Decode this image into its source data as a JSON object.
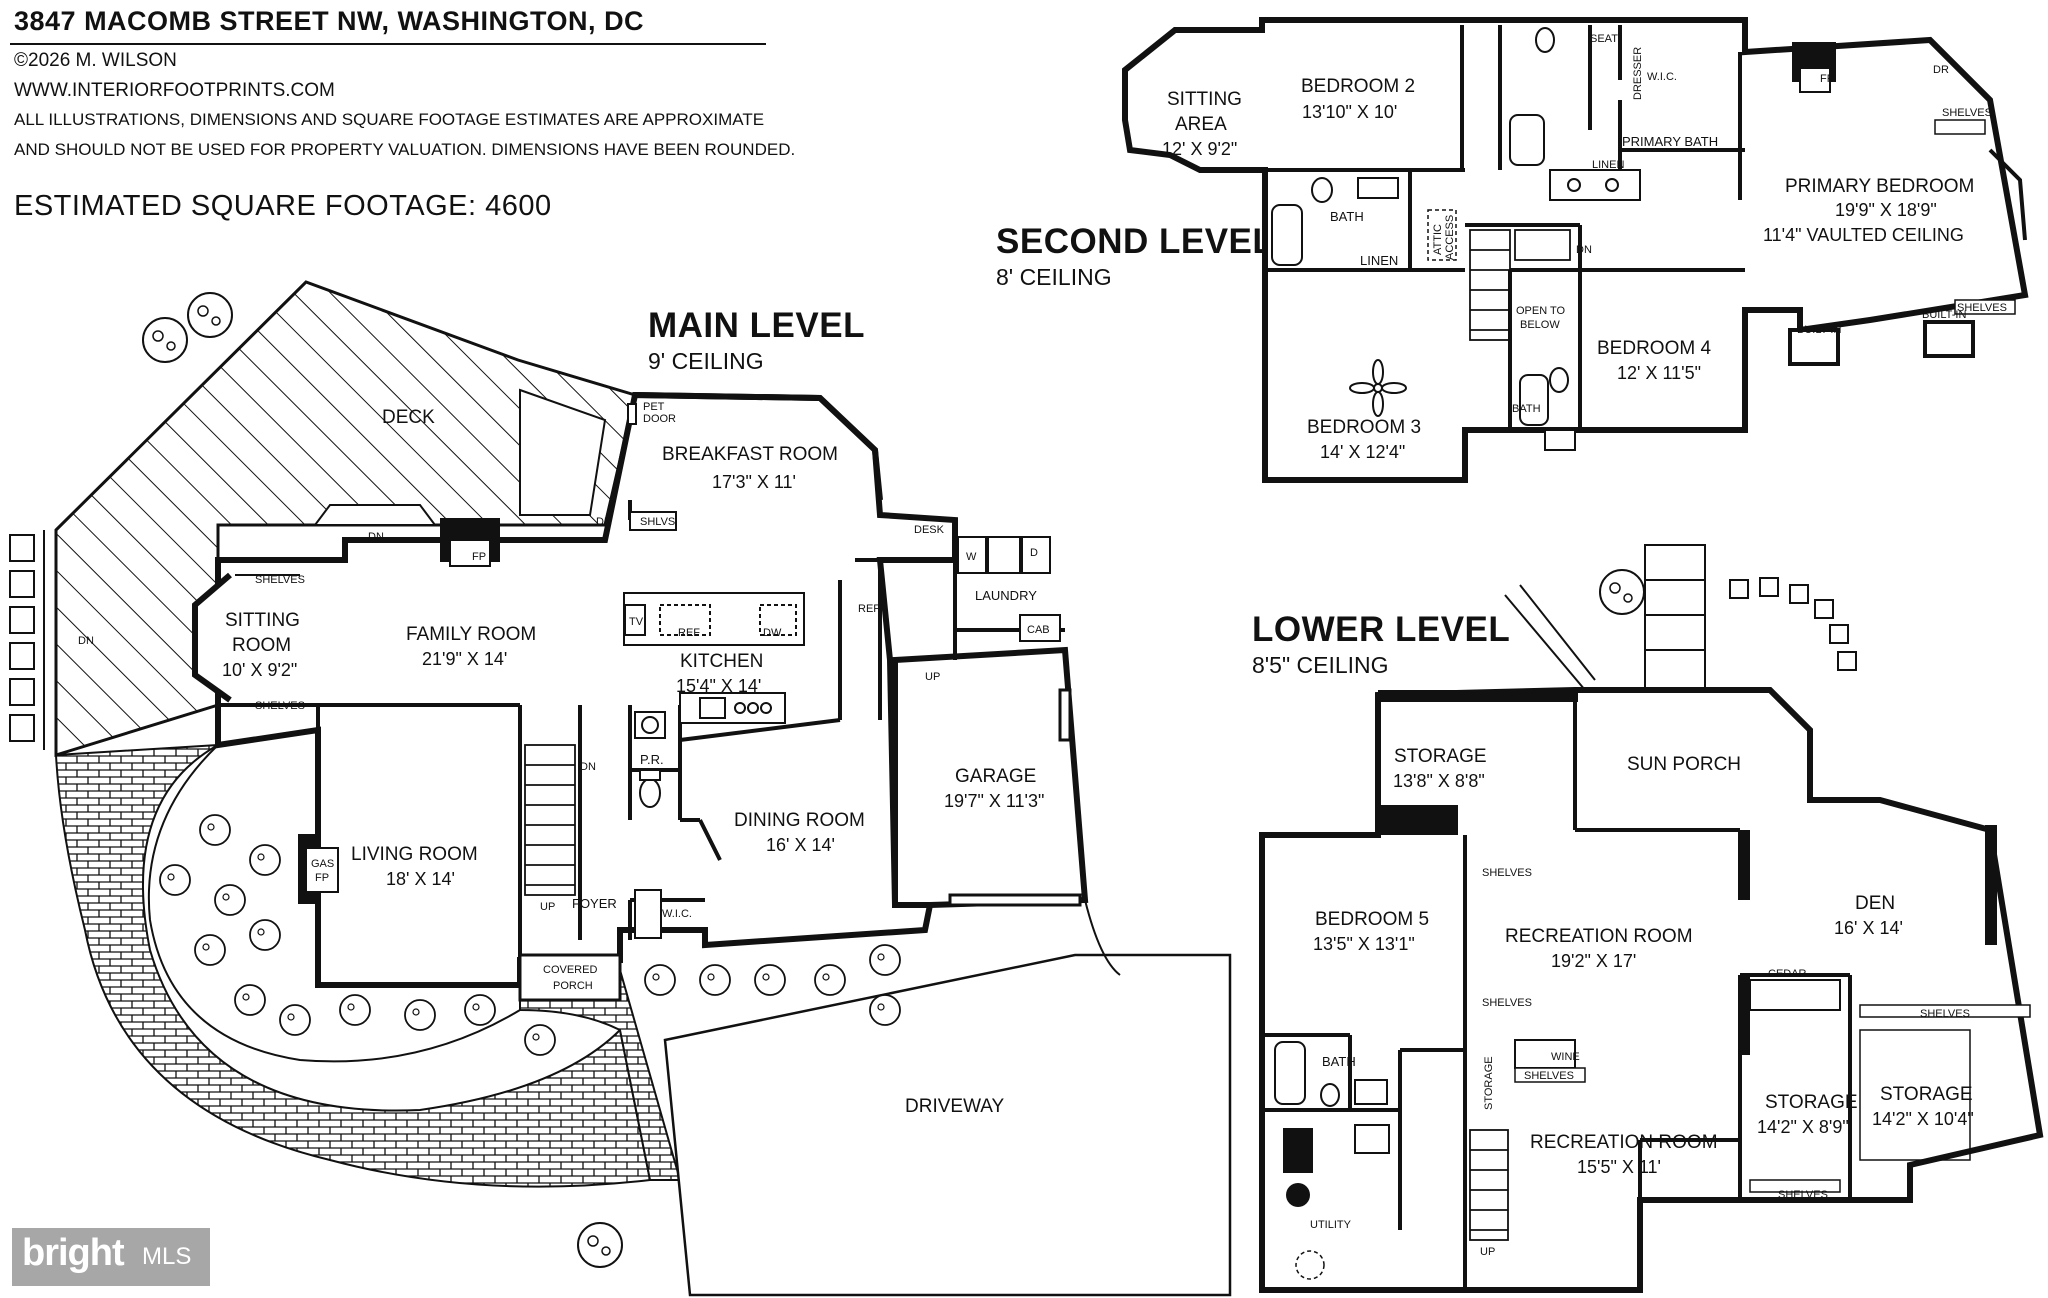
{
  "header": {
    "address": "3847 MACOMB STREET NW, WASHINGTON, DC",
    "copyright": "©2026 M. WILSON",
    "website": "WWW.INTERIORFOOTPRINTS.COM",
    "disclaimer_line1": "ALL ILLUSTRATIONS, DIMENSIONS AND SQUARE FOOTAGE ESTIMATES ARE APPROXIMATE",
    "disclaimer_line2": "AND  SHOULD NOT BE USED FOR PROPERTY VALUATION. DIMENSIONS HAVE BEEN ROUNDED.",
    "square_footage": "ESTIMATED SQUARE FOOTAGE: 4600"
  },
  "levels": {
    "main": {
      "title": "MAIN LEVEL",
      "ceiling": "9' CEILING"
    },
    "second": {
      "title": "SECOND LEVEL",
      "ceiling": "8' CEILING"
    },
    "lower": {
      "title": "LOWER LEVEL",
      "ceiling": "8'5\" CEILING"
    }
  },
  "main_rooms": [
    {
      "name": "DECK",
      "dim": ""
    },
    {
      "name": "BREAKFAST ROOM",
      "dim": "17'3\" X 11'"
    },
    {
      "name": "SITTING",
      "dim": "ROOM"
    },
    {
      "name": "",
      "dim": "10' X 9'2\""
    },
    {
      "name": "FAMILY ROOM",
      "dim": "21'9\" X 14'"
    },
    {
      "name": "KITCHEN",
      "dim": "15'4\" X 14'"
    },
    {
      "name": "LAUNDRY",
      "dim": ""
    },
    {
      "name": "GARAGE",
      "dim": "19'7\" X 11'3\""
    },
    {
      "name": "DINING ROOM",
      "dim": "16' X 14'"
    },
    {
      "name": "LIVING ROOM",
      "dim": "18' X 14'"
    },
    {
      "name": "FOYER",
      "dim": ""
    },
    {
      "name": "DRIVEWAY",
      "dim": ""
    }
  ],
  "main_labels": {
    "pet_door": [
      "PET",
      "DOOR"
    ],
    "shlvs": "SHLVS",
    "shelves": "SHELVES",
    "dn": "DN",
    "up": "UP",
    "fp": "FP",
    "desk": "DESK",
    "tv": "TV",
    "ref": "REF",
    "dw": "DW",
    "w": "W",
    "d": "D",
    "cab": "CAB",
    "pr": "P.R.",
    "wic": "W.I.C.",
    "gas": "GAS",
    "gas_fp": "FP",
    "covered": "COVERED",
    "porch": "PORCH"
  },
  "second_rooms": [
    {
      "name": "SITTING",
      "dim": "AREA"
    },
    {
      "name": "",
      "dim": "12' X 9'2\""
    },
    {
      "name": "BEDROOM 2",
      "dim": "13'10\" X 10'"
    },
    {
      "name": "PRIMARY BEDROOM",
      "dim": "19'9\" X 18'9\""
    },
    {
      "name": "",
      "dim": "11'4\" VAULTED CEILING"
    },
    {
      "name": "BEDROOM 4",
      "dim": "12' X 11'5\""
    },
    {
      "name": "BEDROOM 3",
      "dim": "14' X 12'4\""
    }
  ],
  "second_labels": {
    "seat": "SEAT",
    "dresser": "DRESSER",
    "wic": "W.I.C.",
    "primary_bath": "PRIMARY BATH",
    "linen": "LINEN",
    "fp": "FP",
    "dr": "DR",
    "shelves": "SHELVES",
    "bath": "BATH",
    "attic": [
      "ATTIC",
      "ACCESS"
    ],
    "dn": "DN",
    "open_to": "OPEN TO",
    "below": "BELOW",
    "built_in": "BUILT-IN"
  },
  "lower_rooms": [
    {
      "name": "STORAGE",
      "dim": "13'8\" X 8'8\""
    },
    {
      "name": "SUN PORCH",
      "dim": ""
    },
    {
      "name": "BEDROOM 5",
      "dim": "13'5\" X 13'1\""
    },
    {
      "name": "RECREATION ROOM",
      "dim": "19'2\" X 17'"
    },
    {
      "name": "DEN",
      "dim": "16' X 14'"
    },
    {
      "name": "RECREATION ROOM",
      "dim": "15'5\" X 11'"
    },
    {
      "name": "STORAGE",
      "dim": "14'2\" X 8'9\""
    },
    {
      "name": "STORAGE",
      "dim": "14'2\" X 10'4\""
    },
    {
      "name": "UTILITY",
      "dim": ""
    }
  ],
  "lower_labels": {
    "shelves": "SHELVES",
    "cedar": "CEDAR",
    "bath": "BATH",
    "wine": "WINE",
    "storage": "STORAGE",
    "up": "UP"
  },
  "badge": {
    "brand": "bright",
    "mls": "MLS"
  }
}
